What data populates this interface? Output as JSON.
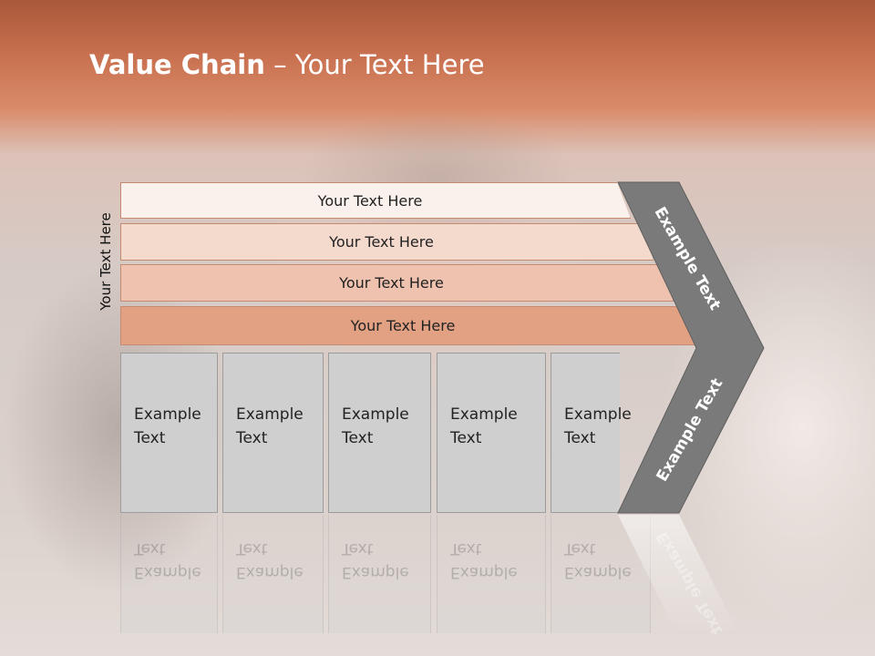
{
  "slide": {
    "title_bold": "Value Chain",
    "title_rest": " – Your Text Here",
    "side_label": "Your Text Here",
    "bands": [
      {
        "label": "Your Text Here"
      },
      {
        "label": "Your Text Here"
      },
      {
        "label": "Your Text Here"
      },
      {
        "label": "Your Text Here"
      }
    ],
    "boxes": [
      {
        "line1": "Example",
        "line2": "Text"
      },
      {
        "line1": "Example",
        "line2": "Text"
      },
      {
        "line1": "Example",
        "line2": "Text"
      },
      {
        "line1": "Example",
        "line2": "Text"
      },
      {
        "line1": "Example",
        "line2": "Text"
      }
    ],
    "chevron_top_text": "Example Text",
    "chevron_bottom_text": "Example Text"
  },
  "colors": {
    "header": "#c8704f",
    "band_1": "#faf0ec",
    "band_2": "#f4d9cd",
    "band_3": "#eec2ae",
    "band_4": "#e3a184",
    "box": "#cfcfcf",
    "chevron": "#7a7a7a"
  }
}
